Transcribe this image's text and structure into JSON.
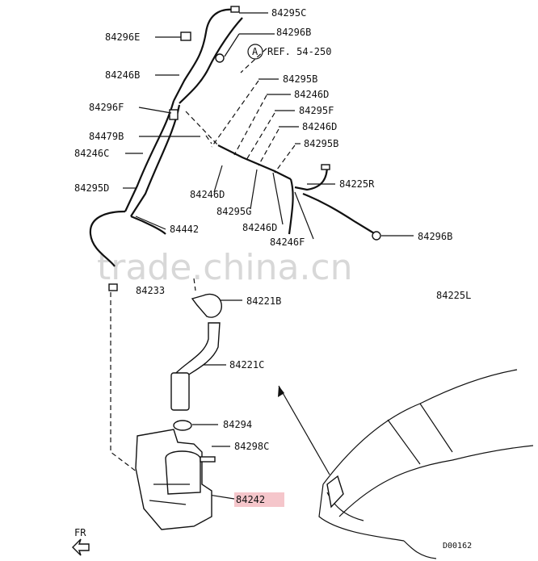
{
  "labels": {
    "p84295C": "84295C",
    "p84296E": "84296E",
    "p84296B_top": "84296B",
    "ref": "REF. 54-250",
    "ref_circle": "A",
    "p84246B": "84246B",
    "p84295B_1": "84295B",
    "p84296F": "84296F",
    "p84246D_1": "84246D",
    "p84295F": "84295F",
    "p84479B": "84479B",
    "p84246D_2": "84246D",
    "p84246C": "84246C",
    "p84295B_2": "84295B",
    "p84225R": "84225R",
    "p84295D": "84295D",
    "p84246D_3": "84246D",
    "p84295G": "84295G",
    "p84246D_4": "84246D",
    "p84442": "84442",
    "p84246F": "84246F",
    "p84296B_right": "84296B",
    "p84233": "84233",
    "p84225L": "84225L",
    "p84221B": "84221B",
    "p84221C": "84221C",
    "p84294": "84294",
    "p84298C": "84298C",
    "p84242": "84242",
    "fr": "FR",
    "code": "D00162"
  },
  "watermark": "trade.china.cn",
  "colors": {
    "line": "#111111",
    "highlight": "#f5c6cb",
    "watermark": "#d8d8d8"
  }
}
